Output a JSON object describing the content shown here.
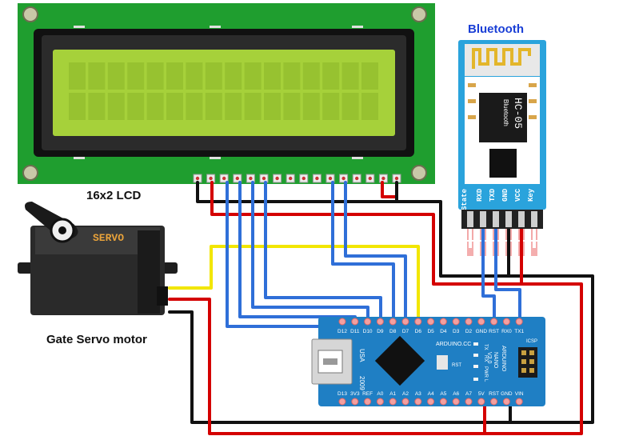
{
  "labels": {
    "lcd": "16x2 LCD",
    "bluetooth": "Bluetooth",
    "servo": "Gate Servo motor"
  },
  "servo": {
    "text": "SERVO"
  },
  "bt_module": {
    "chip_line1": "HC-05",
    "chip_line2": "Bluetooth",
    "pins": [
      "State",
      "RXD",
      "TXD",
      "GND",
      "VCC",
      "Key"
    ]
  },
  "arduino": {
    "top_pins": [
      "D12",
      "D11",
      "D10",
      "D9",
      "D8",
      "D7",
      "D6",
      "D5",
      "D4",
      "D3",
      "D2",
      "GND",
      "RST",
      "RX0",
      "TX1"
    ],
    "bottom_pins": [
      "D13",
      "3V3",
      "REF",
      "A0",
      "A1",
      "A2",
      "A3",
      "A4",
      "A5",
      "A6",
      "A7",
      "5V",
      "RST",
      "GND",
      "VIN"
    ],
    "usb_label": "USA",
    "brand": "ARDUINO.CC",
    "model_line1": "ARDUINO",
    "model_line2": "NANO",
    "model_line3": "V3.0",
    "year": "2009",
    "led_labels": [
      "TX",
      "RX",
      "PWR",
      "L"
    ],
    "rst_label": "RST",
    "icsp_label": "ICSP"
  },
  "colors": {
    "wire_red": "#d40000",
    "wire_black": "#111111",
    "wire_blue": "#2f6fd8",
    "wire_yellow": "#f2e600",
    "lcd_board": "#1f9e2f",
    "lcd_screen": "#a6d13a",
    "bt_board": "#2aa3dc",
    "arduino_board": "#1f7fc4"
  }
}
